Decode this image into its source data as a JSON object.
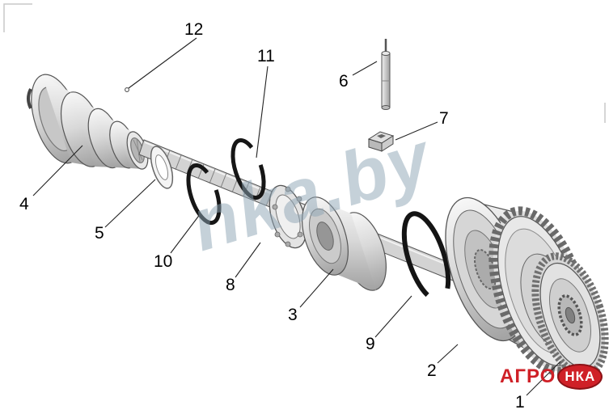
{
  "watermark": {
    "text": "nka.by",
    "color": "#8da4b4"
  },
  "logo": {
    "agro": "АГРО",
    "nka": "НКА",
    "red": "#cf2027"
  },
  "colors": {
    "leader_line": "#222222",
    "snap_ring": "#161616",
    "metal_light": "#f5f5f5",
    "metal_dark": "#9e9e9e"
  },
  "callouts": {
    "c1": {
      "text": "1"
    },
    "c2": {
      "text": "2"
    },
    "c3": {
      "text": "3"
    },
    "c4": {
      "text": "4"
    },
    "c5": {
      "text": "5"
    },
    "c6": {
      "text": "6"
    },
    "c7": {
      "text": "7"
    },
    "c8": {
      "text": "8"
    },
    "c9": {
      "text": "9"
    },
    "c10": {
      "text": "10"
    },
    "c11": {
      "text": "11"
    },
    "c12": {
      "text": "12"
    }
  }
}
